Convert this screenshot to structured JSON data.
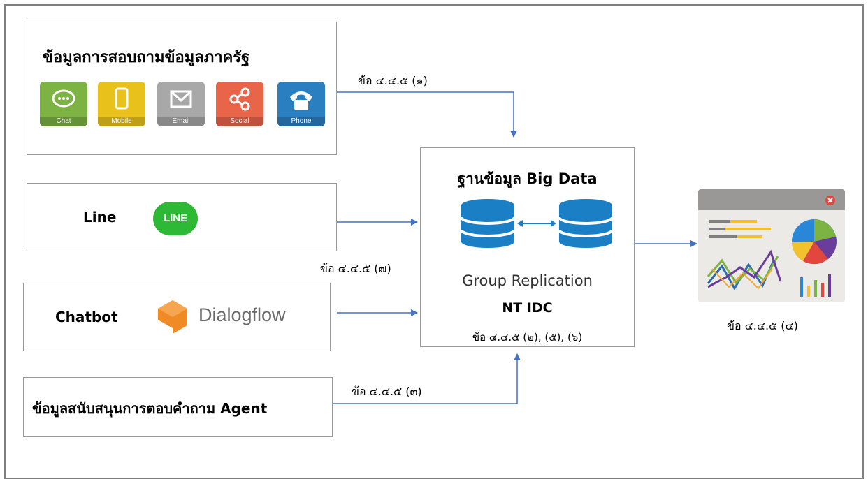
{
  "sources": {
    "inquiry": {
      "title": "ข้อมูลการสอบถามข้อมูลภาครัฐ",
      "channels": [
        {
          "label": "Chat",
          "icon": "chat-icon",
          "color": "#7cb342"
        },
        {
          "label": "Mobile",
          "icon": "mobile-icon",
          "color": "#e8c21a"
        },
        {
          "label": "Email",
          "icon": "email-icon",
          "color": "#a8a8a8"
        },
        {
          "label": "Social",
          "icon": "share-icon",
          "color": "#e8654a"
        },
        {
          "label": "Phone",
          "icon": "phone-icon",
          "color": "#2a7fc1"
        }
      ]
    },
    "line": {
      "title": "Line",
      "logo_text": "LINE",
      "logo_color": "#2db835"
    },
    "chatbot": {
      "title": "Chatbot",
      "logo_text": "Dialogflow",
      "logo_color": "#f08a24"
    },
    "agent": {
      "title": "ข้อมูลสนับสนุนการตอบคำถาม Agent"
    }
  },
  "center": {
    "title": "ฐานข้อมูล Big Data",
    "replication": "Group Replication",
    "site": "NT IDC",
    "ref": "ข้อ ๔.๔.๕ (๒), (๕), (๖)",
    "db_color": "#1a7fc4"
  },
  "refs": {
    "r1": "ข้อ ๔.๔.๕ (๑)",
    "r7": "ข้อ ๔.๔.๕ (๗)",
    "r3": "ข้อ ๔.๔.๕ (๓)",
    "r4": "ข้อ ๔.๔.๕ (๔)"
  },
  "colors": {
    "arrow": "#4472c4",
    "border": "#9a9a9a"
  }
}
